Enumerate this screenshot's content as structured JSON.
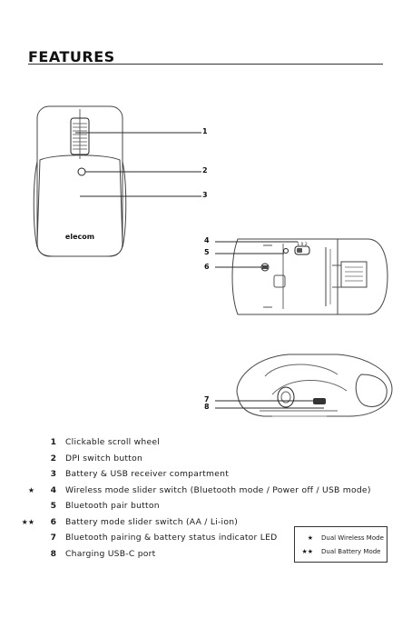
{
  "page": {
    "title": "FEATURES"
  },
  "diagram": {
    "callouts": [
      "1",
      "2",
      "3",
      "4",
      "5",
      "6",
      "7",
      "8"
    ],
    "brand_logo": "elecom",
    "switch_label": "1 0 2"
  },
  "features": [
    {
      "star": "",
      "num": "1",
      "text": "Clickable scroll wheel"
    },
    {
      "star": "",
      "num": "2",
      "text": "DPI switch button"
    },
    {
      "star": "",
      "num": "3",
      "text": "Battery & USB receiver compartment"
    },
    {
      "star": "★",
      "num": "4",
      "text": "Wireless mode slider switch (Bluetooth mode / Power off / USB mode)"
    },
    {
      "star": "",
      "num": "5",
      "text": "Bluetooth pair button"
    },
    {
      "star": "★★",
      "num": "6",
      "text": "Battery mode slider switch (AA / Li-ion)"
    },
    {
      "star": "",
      "num": "7",
      "text": "Bluetooth pairing & battery status indicator LED"
    },
    {
      "star": "",
      "num": "8",
      "text": "Charging USB-C port"
    }
  ],
  "legend": [
    {
      "star": "★",
      "text": "Dual Wireless Mode"
    },
    {
      "star": "★★",
      "text": "Dual Battery Mode"
    }
  ]
}
